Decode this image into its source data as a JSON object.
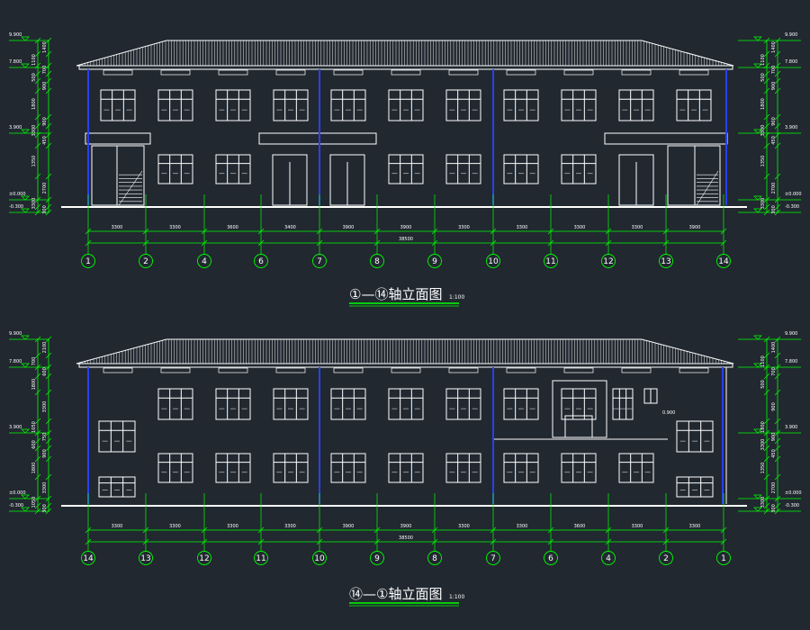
{
  "drawings": [
    {
      "title": "①—⑭轴立面图",
      "scale": "1:100",
      "axes": [
        "1",
        "2",
        "4",
        "6",
        "7",
        "8",
        "9",
        "10",
        "11",
        "12",
        "13",
        "14"
      ],
      "spans": [
        "3300",
        "3300",
        "3600",
        "3400",
        "3900",
        "3900",
        "3300",
        "3300",
        "3300",
        "3300",
        "3900"
      ],
      "total": "38500",
      "left_levels": [
        "9.900",
        "7.800",
        "3.900",
        "±0.000",
        "-0.300"
      ],
      "right_levels": [
        "9.900",
        "7.800",
        "3.900",
        "±0.000",
        "-0.300"
      ],
      "left_dims": [
        "1400",
        "1100",
        "700",
        "500",
        "900",
        "1800",
        "900",
        "3300",
        "450",
        "1350",
        "2700",
        "3300",
        "300"
      ],
      "right_dims": [
        "1400",
        "1100",
        "700",
        "500",
        "900",
        "1800",
        "900",
        "3300",
        "450",
        "1350",
        "2700",
        "3300",
        "300"
      ]
    },
    {
      "title": "⑭—①轴立面图",
      "scale": "1:100",
      "axes": [
        "14",
        "13",
        "12",
        "11",
        "10",
        "9",
        "8",
        "7",
        "6",
        "4",
        "2",
        "1"
      ],
      "spans": [
        "3300",
        "3300",
        "3300",
        "3300",
        "3900",
        "3900",
        "3300",
        "3300",
        "3600",
        "3300",
        "3300"
      ],
      "total": "38500",
      "left_levels": [
        "9.900",
        "7.800",
        "3.900",
        "±0.000",
        "-0.300"
      ],
      "right_levels": [
        "9.900",
        "7.800",
        "3.900",
        "±0.000",
        "-0.300"
      ],
      "left_dims": [
        "2100",
        "700",
        "600",
        "1800",
        "3300",
        "1050",
        "750",
        "600",
        "900",
        "1800",
        "3300",
        "1050",
        "300"
      ],
      "right_dims": [
        "1400",
        "1100",
        "700",
        "500",
        "900",
        "1800",
        "900",
        "3300",
        "450",
        "1350",
        "2700",
        "3300",
        "300"
      ],
      "annotation": "0.900"
    }
  ]
}
